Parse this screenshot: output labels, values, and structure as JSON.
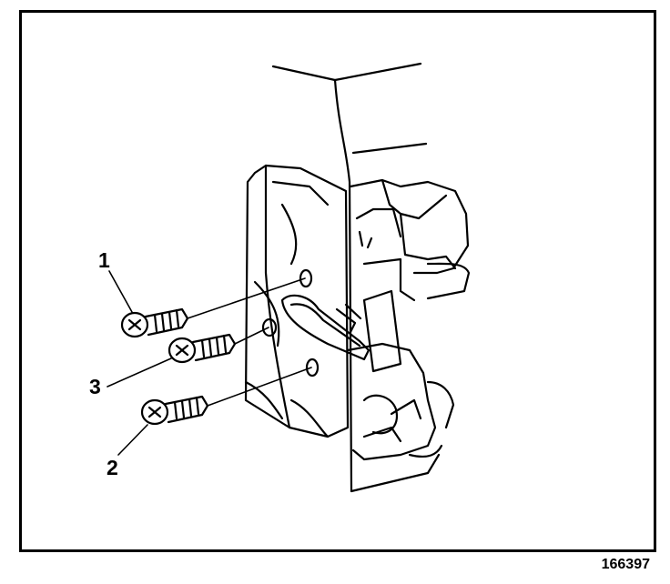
{
  "diagram": {
    "callouts": [
      {
        "id": "1",
        "label": "1"
      },
      {
        "id": "3",
        "label": "3"
      },
      {
        "id": "2",
        "label": "2"
      }
    ],
    "figure_number": "166397"
  },
  "colors": {
    "ink": "#000000",
    "paper": "#ffffff"
  }
}
